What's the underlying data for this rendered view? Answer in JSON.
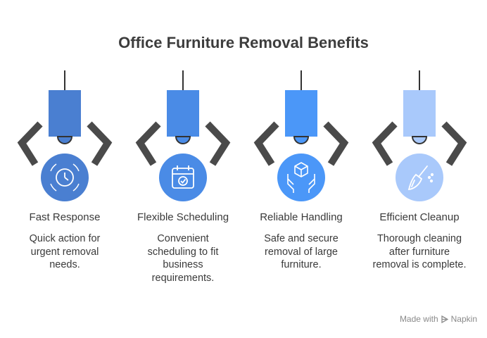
{
  "title": "Office Furniture Removal Benefits",
  "items": [
    {
      "label": "Fast Response",
      "desc": [
        "Quick action for",
        "urgent removal",
        "needs."
      ],
      "color": "#4a7fd1",
      "icon": "clock-icon"
    },
    {
      "label": "Flexible Scheduling",
      "desc": [
        "Convenient",
        "scheduling to fit",
        "business",
        "requirements."
      ],
      "color": "#4a8be6",
      "icon": "calendar-check-icon"
    },
    {
      "label": "Reliable Handling",
      "desc": [
        "Safe and secure",
        "removal of large",
        "furniture."
      ],
      "color": "#4b97f8",
      "icon": "hands-box-icon"
    },
    {
      "label": "Efficient Cleanup",
      "desc": [
        "Thorough cleaning",
        "after furniture",
        "removal is complete."
      ],
      "color": "#a9c9fb",
      "icon": "broom-icon"
    }
  ],
  "footer": {
    "made_with": "Made with",
    "brand": "Napkin"
  }
}
